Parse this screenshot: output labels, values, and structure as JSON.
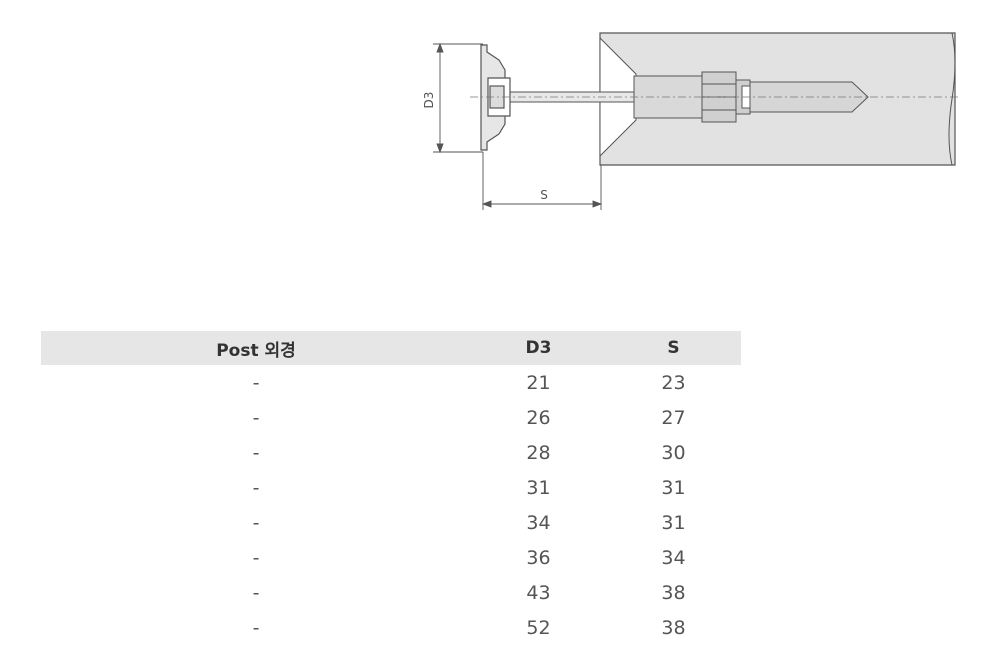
{
  "drawing": {
    "label_diameter": "D3",
    "label_length": "S"
  },
  "table": {
    "headers": [
      "Post 외경",
      "D3",
      "S"
    ],
    "rows": [
      [
        "-",
        "21",
        "23"
      ],
      [
        "-",
        "26",
        "27"
      ],
      [
        "-",
        "28",
        "30"
      ],
      [
        "-",
        "31",
        "31"
      ],
      [
        "-",
        "34",
        "31"
      ],
      [
        "-",
        "36",
        "34"
      ],
      [
        "-",
        "43",
        "38"
      ],
      [
        "-",
        "52",
        "38"
      ]
    ]
  }
}
